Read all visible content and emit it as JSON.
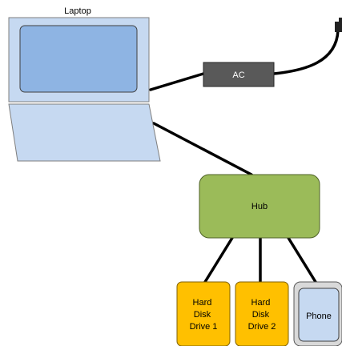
{
  "nodes": {
    "laptop": {
      "label": "Laptop",
      "screen_color": "#8eb4e3",
      "body_color": "#c6d9f1"
    },
    "ac": {
      "label": "AC",
      "color": "#595959"
    },
    "hub": {
      "label": "Hub",
      "color": "#9bbb59"
    },
    "drive1": {
      "label_lines": [
        "Hard",
        "Disk",
        "Drive 1"
      ],
      "color": "#ffc000"
    },
    "drive2": {
      "label_lines": [
        "Hard",
        "Disk",
        "Drive 2"
      ],
      "color": "#ffc000"
    },
    "phone": {
      "label": "Phone",
      "color": "#c6d9f1"
    }
  }
}
